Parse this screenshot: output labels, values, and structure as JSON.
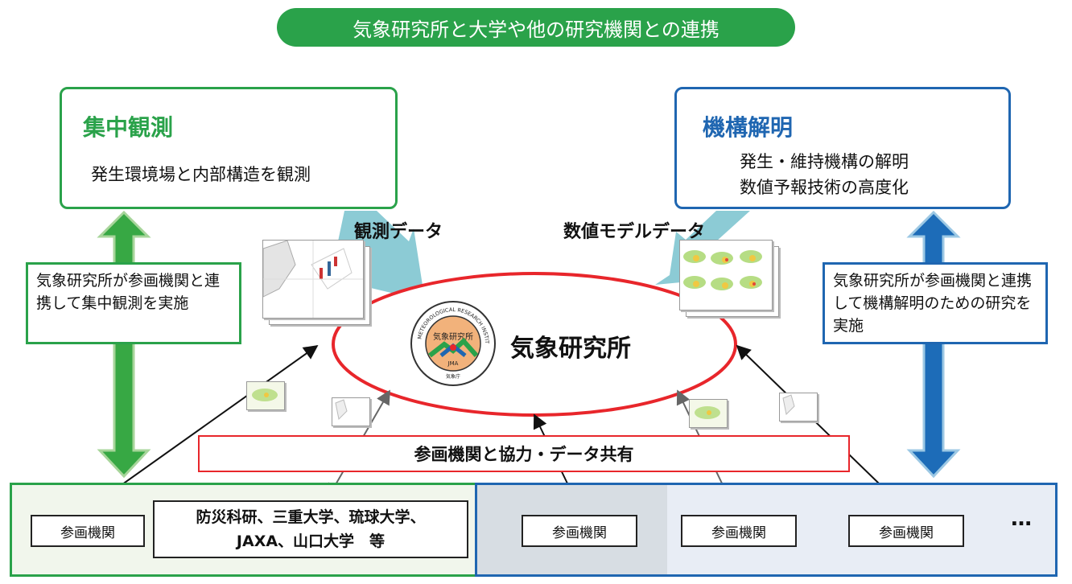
{
  "title": "気象研究所と大学や他の研究機関との連携",
  "left_panel": {
    "title": "集中観測",
    "text": "発生環境場と内部構造を観測"
  },
  "right_panel": {
    "title": "機構解明",
    "lines": [
      "発生・維持機構の解明",
      "数値予報技術の高度化"
    ]
  },
  "left_note": "気象研究所が参画機関と連携して集中観測を実施",
  "right_note": "気象研究所が参画機関と連携して機構解明のための研究を実施",
  "obs_data_label": "観測データ",
  "model_data_label": "数値モデルデータ",
  "center": {
    "name": "気象研究所",
    "logo": {
      "arc_text": "METEOROLOGICAL RESEARCH INSTITUTE",
      "inner_text": "気象研究所",
      "abbr": "JMA",
      "agency": "気象庁"
    }
  },
  "share_label": "参画機関と協力・データ共有",
  "orgs": {
    "participant": "参画機関",
    "named_line1": "防災科研、三重大学、琉球大学、",
    "named_line2": "JAXA、山口大学　等",
    "ellipsis": "…"
  },
  "colors": {
    "green": "#2aa24a",
    "blue": "#1f66b1",
    "red": "#e8262b",
    "teal_arrow": "#8ccbd5",
    "logo_orange": "#f2b27b"
  }
}
